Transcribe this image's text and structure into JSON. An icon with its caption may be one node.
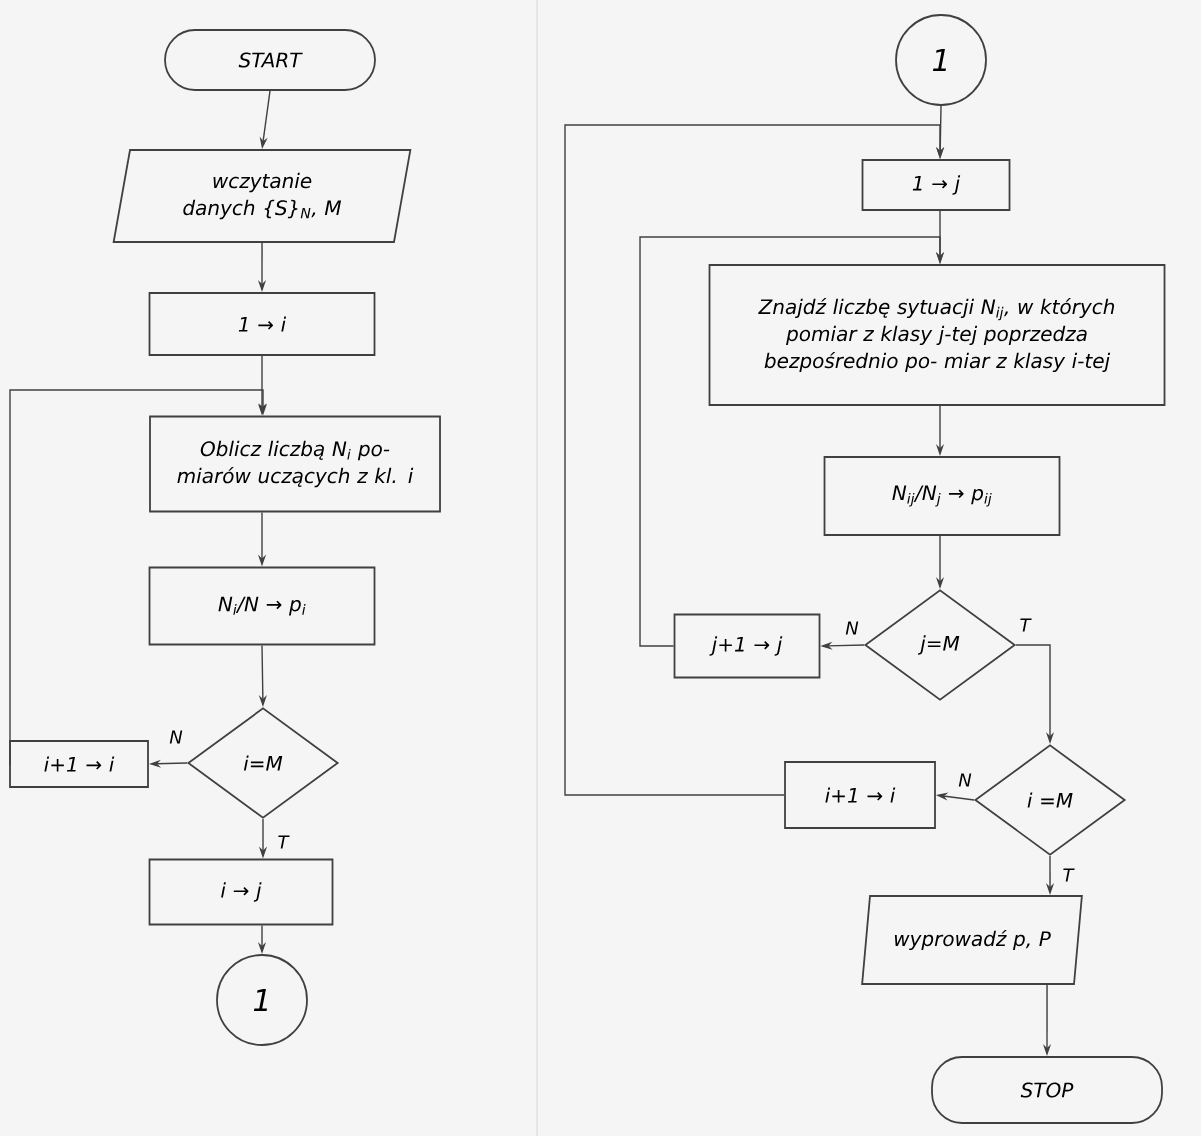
{
  "diagram": {
    "nodes": [
      {
        "text": [
          "START"
        ]
      },
      {
        "text": [
          "wczytanie danych {S}$_{N}$, M"
        ]
      },
      {
        "text": [
          "1 → i"
        ]
      },
      {
        "text": [
          "Oblicz liczbą N$_{i}$ po- miarów uczących z kl. i"
        ]
      },
      {
        "text": [
          "N$_{i}$/N → p$_{i}$"
        ]
      },
      {
        "text": [
          "i=M"
        ]
      },
      {
        "text": [
          "i+1 → i"
        ]
      },
      {
        "text": [
          "i → j"
        ]
      },
      {
        "text": [
          "1"
        ]
      },
      {
        "text": [
          "1"
        ]
      },
      {
        "text": [
          "1 → j"
        ]
      },
      {
        "text": [
          "Znajdź liczbę sytuacji N$_{ij}$, w których pomiar z klasy j-tej poprzedza bezpośrednio po- miar z klasy i-tej"
        ]
      },
      {
        "text": [
          "N$_{ij}$/N$_{j}$ → p$_{ij}$"
        ]
      },
      {
        "text": [
          "j=M"
        ]
      },
      {
        "text": [
          "j+1 → j"
        ]
      },
      {
        "text": [
          "i =M"
        ]
      },
      {
        "text": [
          "i+1 → i"
        ]
      },
      {
        "text": [
          "wyprowadź p, P"
        ]
      },
      {
        "text": [
          "STOP"
        ]
      }
    ],
    "edges": [
      {
        "from": 0,
        "to": 1,
        "arrow": "to"
      },
      {
        "from": 1,
        "to": 2,
        "arrow": "to"
      },
      {
        "from": 2,
        "to": 3,
        "arrow": "to"
      },
      {
        "from": 3,
        "to": 4,
        "arrow": "to"
      },
      {
        "from": 4,
        "to": 5,
        "arrow": "to"
      },
      {
        "from": 5,
        "to": 6,
        "arrow": "to",
        "label": "N"
      },
      {
        "from": 6,
        "to": 3,
        "arrow": "to"
      },
      {
        "from": 5,
        "to": 7,
        "arrow": "to",
        "label": "T"
      },
      {
        "from": 7,
        "to": 8,
        "arrow": "to"
      },
      {
        "from": 9,
        "to": 10,
        "arrow": "to"
      },
      {
        "from": 10,
        "to": 11,
        "arrow": "to"
      },
      {
        "from": 11,
        "to": 12,
        "arrow": "to"
      },
      {
        "from": 12,
        "to": 13,
        "arrow": "to"
      },
      {
        "from": 13,
        "to": 14,
        "arrow": "to",
        "label": "N"
      },
      {
        "from": 14,
        "to": 11,
        "arrow": "to"
      },
      {
        "from": 13,
        "to": 15,
        "arrow": "to",
        "label": "T"
      },
      {
        "from": 15,
        "to": 16,
        "arrow": "to",
        "label": "N"
      },
      {
        "from": 16,
        "to": 10,
        "arrow": "to"
      },
      {
        "from": 15,
        "to": 17,
        "arrow": "to",
        "label": "T"
      },
      {
        "from": 17,
        "to": 18,
        "arrow": "to"
      }
    ]
  }
}
